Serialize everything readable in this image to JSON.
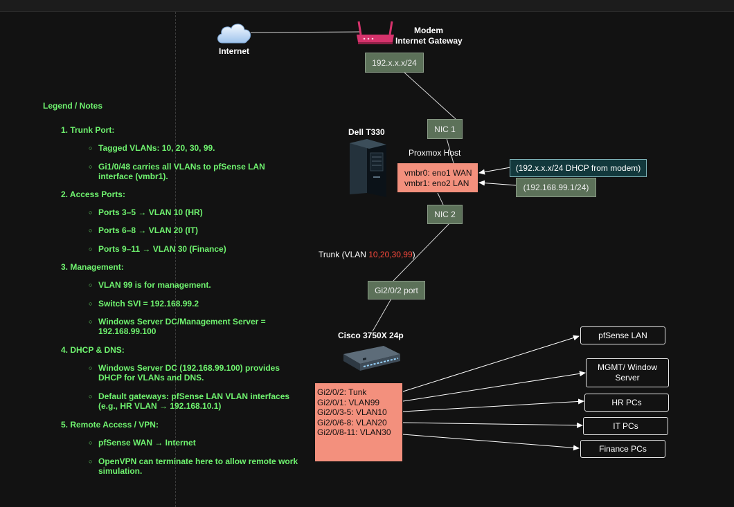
{
  "internet": {
    "label": "Internet"
  },
  "modem": {
    "label_line1": "Modem",
    "label_line2": "Internet Gateway",
    "subnet": "192.x.x.x/24"
  },
  "server": {
    "model": "Dell T330",
    "host": "Proxmox Host",
    "nic1": "NIC 1",
    "nic2": "NIC 2",
    "bridge_wan": "vmbr0: eno1 WAN",
    "bridge_lan": "vmbr1: eno2 LAN"
  },
  "notes_right": {
    "dhcp": "(192.x.x.x/24 DHCP from modem)",
    "lan_ip": "(192.168.99.1/24)"
  },
  "trunk": {
    "prefix": "Trunk (VLAN ",
    "vlans": "10,20,30,99",
    "suffix": ")"
  },
  "switch": {
    "port_box": "Gi2/0/2 port",
    "model": "Cisco 3750X 24p",
    "ports": [
      "Gi2/0/2: Tunk",
      "Gi2/0/1: VLAN99",
      "Gi2/0/3-5: VLAN10",
      "Gi2/0/6-8: VLAN20",
      "Gi2/0/8-11: VLAN30"
    ]
  },
  "destinations": {
    "pfsense_lan": "pfSense LAN",
    "mgmt_line1": "MGMT/ Window",
    "mgmt_line2": "Server",
    "hr": "HR PCs",
    "it": "IT PCs",
    "finance": "Finance PCs"
  },
  "legend": {
    "title": "Legend / Notes",
    "sections": [
      {
        "number": "1. Trunk Port:",
        "items": [
          {
            "line1": "Tagged VLANs: 10, 20, 30, 99.",
            "line2": ""
          },
          {
            "line1": "Gi1/0/48 carries all VLANs to pfSense LAN",
            "line2": "interface (vmbr1)."
          }
        ]
      },
      {
        "number": "2. Access Ports:",
        "items": [
          {
            "line1": "Ports 3–5 → VLAN 10 (HR)",
            "line2": ""
          },
          {
            "line1": "Ports 6–8 → VLAN 20 (IT)",
            "line2": ""
          },
          {
            "line1": "Ports 9–11 → VLAN 30 (Finance)",
            "line2": ""
          }
        ]
      },
      {
        "number": "3. Management:",
        "items": [
          {
            "line1": "VLAN 99 is for management.",
            "line2": ""
          },
          {
            "line1": "Switch SVI = 192.168.99.2",
            "line2": ""
          },
          {
            "line1": "Windows Server DC/Management Server =",
            "line2": "192.168.99.100"
          }
        ]
      },
      {
        "number": "4. DHCP & DNS:",
        "items": [
          {
            "line1": "Windows Server DC (192.168.99.100) provides",
            "line2": "DHCP for VLANs and DNS."
          },
          {
            "line1": "Default gateways: pfSense LAN VLAN interfaces",
            "line2": "(e.g., HR VLAN → 192.168.10.1)"
          }
        ]
      },
      {
        "number": "5. Remote Access / VPN:",
        "items": [
          {
            "line1": "pfSense WAN → Internet",
            "line2": ""
          },
          {
            "line1": "OpenVPN can terminate here to allow remote work",
            "line2": "simulation."
          }
        ]
      }
    ]
  },
  "colors": {
    "legend_text": "#6ff36f",
    "vlan_highlight": "#ff4a3d",
    "box_green": "#5c7159",
    "box_salmon": "#f3907d",
    "box_teal": "#12383c",
    "router": "#d6336c"
  }
}
